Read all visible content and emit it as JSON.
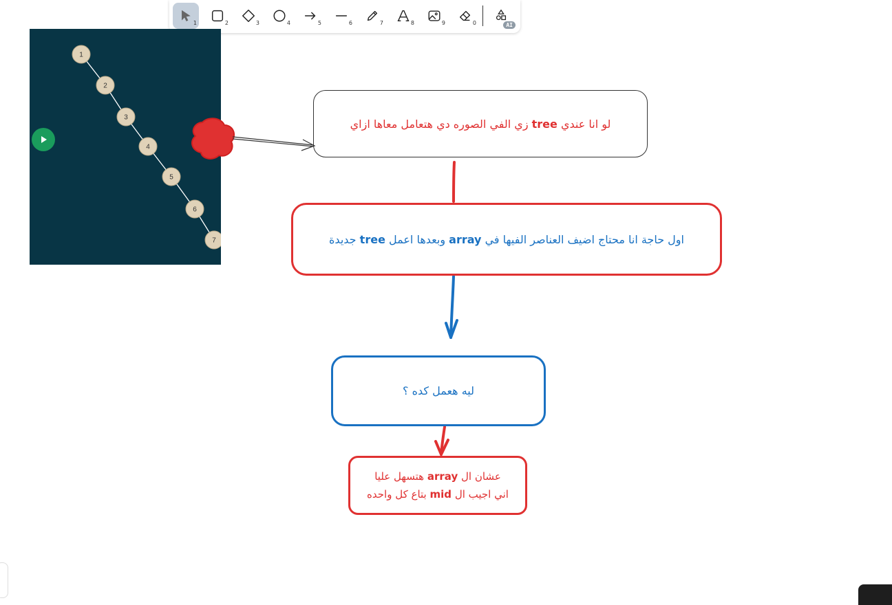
{
  "toolbar": {
    "tools": [
      {
        "name": "selection",
        "icon": "pointer-icon",
        "key": "1",
        "active": true
      },
      {
        "name": "rectangle",
        "icon": "rectangle-icon",
        "key": "2"
      },
      {
        "name": "diamond",
        "icon": "diamond-icon",
        "key": "3"
      },
      {
        "name": "ellipse",
        "icon": "ellipse-icon",
        "key": "4"
      },
      {
        "name": "arrow",
        "icon": "arrow-icon",
        "key": "5"
      },
      {
        "name": "line",
        "icon": "line-icon",
        "key": "6"
      },
      {
        "name": "draw",
        "icon": "pencil-icon",
        "key": "7"
      },
      {
        "name": "text",
        "icon": "text-icon",
        "key": "8"
      },
      {
        "name": "image",
        "icon": "image-icon",
        "key": "9"
      },
      {
        "name": "eraser",
        "icon": "eraser-icon",
        "key": "0"
      }
    ],
    "ai_badge": "AI"
  },
  "embed": {
    "nodes": [
      "1",
      "2",
      "3",
      "4",
      "5",
      "6",
      "7"
    ],
    "node_color": "#e0d2b8",
    "background": "#083545",
    "play_color": "#1a9c5c"
  },
  "boxes": {
    "box1": {
      "before": "لو انا عندي",
      "latin": "tree",
      "after": "زي الفي الصوره دي هتعامل معاها ازاي"
    },
    "box2": {
      "before": "اول حاجة انا محتاج اضيف العناصر الفيها في",
      "latin": "array",
      "middle": "وبعدها اعمل",
      "latin2": "tree",
      "after": "جديدة"
    },
    "box3": {
      "text": "ليه هعمل كده ؟"
    },
    "box4": {
      "line1_before": "عشان ال",
      "line1_latin": "array",
      "line1_after": "هتسهل عليا",
      "line2_before": "اني اجيب ال",
      "line2_latin": "mid",
      "line2_after": "بتاع كل واحده"
    }
  },
  "colors": {
    "red": "#e03131",
    "blue": "#1971c2",
    "stroke": "#333333"
  }
}
